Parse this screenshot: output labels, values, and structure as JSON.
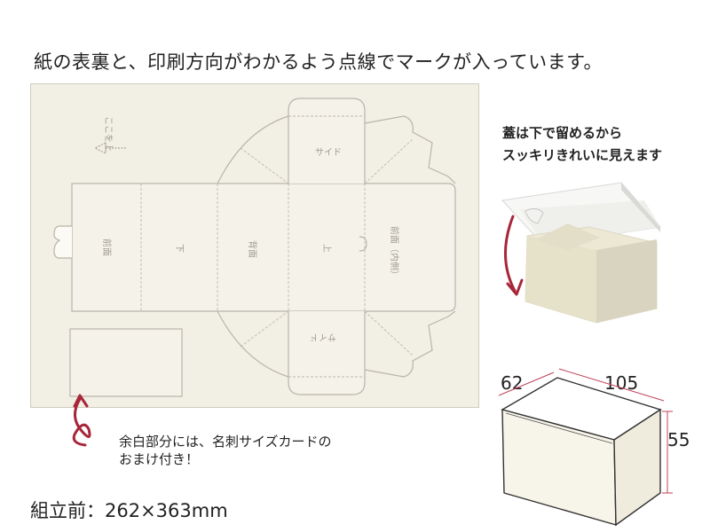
{
  "headline": "紙の表裏と、印刷方向がわかるよう点線でマークが入っています。",
  "sheet_labels": {
    "arrow_text": "ここを上",
    "side_top": "サイド",
    "side_bottom": "サイド",
    "front": "前面",
    "bottom": "下",
    "back": "背面",
    "top": "上",
    "front_inner": "前面（内側）"
  },
  "lid_note": {
    "line1": "蓋は下で留めるから",
    "line2": "スッキリきれいに見えます"
  },
  "card_note": {
    "line1": "余白部分には、名刺サイズカードの",
    "line2": "おまけ付き！"
  },
  "size_line": "組立前：262×363mm",
  "dimensions": {
    "width": "62",
    "length": "105",
    "height": "55"
  },
  "colors": {
    "sheet": "#f2efe5",
    "arrow_red": "#a8263a",
    "dim_line": "#c0415a"
  }
}
